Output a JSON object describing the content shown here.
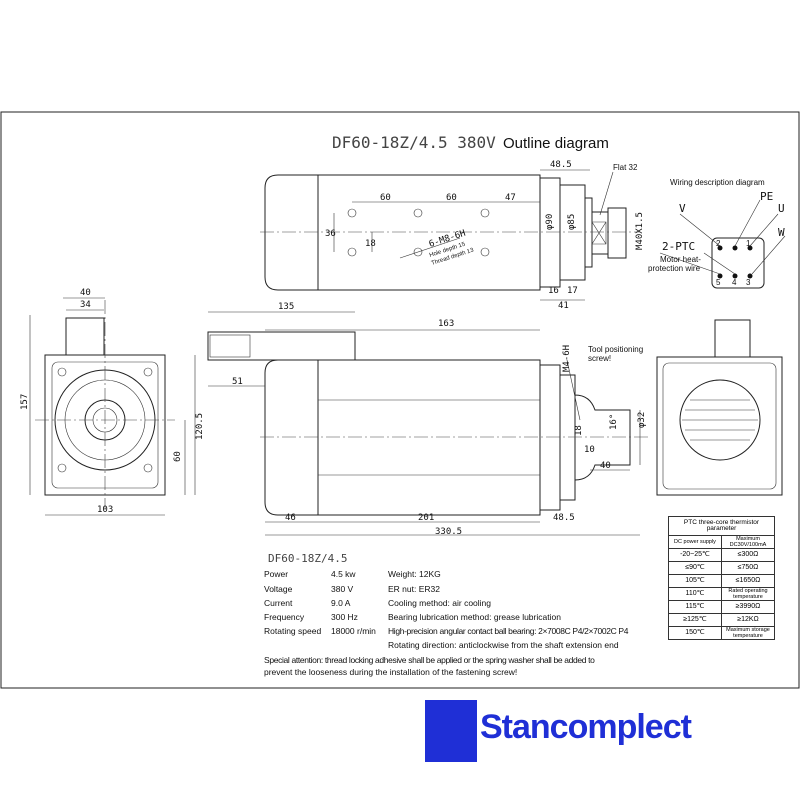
{
  "title": {
    "model": "DF60-18Z/4.5 380V",
    "subtitle": "Outline diagram"
  },
  "top_view": {
    "dims": [
      "48.5",
      "60",
      "60",
      "47",
      "36",
      "18",
      "φ90",
      "φ85",
      "M40X1.5",
      "16",
      "17",
      "41"
    ],
    "flat_label": "Flat 32",
    "hole_label": "6-M8-6H",
    "hole_depth": "Hole depth 15",
    "thread_depth": "Thread depth 13"
  },
  "wiring": {
    "title": "Wiring description diagram",
    "labels": {
      "v": "V",
      "pe": "PE",
      "u": "U",
      "w": "W",
      "ptc": "2-PTC",
      "ptc_desc_1": "Motor heat-",
      "ptc_desc_2": "protection wire"
    },
    "pins": [
      "1",
      "2",
      "3",
      "4",
      "5"
    ]
  },
  "front_view": {
    "dims": [
      "40",
      "34",
      "157",
      "120.5",
      "60",
      "103"
    ]
  },
  "side_view": {
    "dims": [
      "135",
      "163",
      "51",
      "M4-6H",
      "φ32",
      "16°",
      "18",
      "10",
      "40",
      "46",
      "201",
      "48.5",
      "330.5"
    ],
    "screw_label_1": "Tool positioning",
    "screw_label_2": "screw!"
  },
  "specs": {
    "model": "DF60-18Z/4.5",
    "rows": [
      {
        "label": "Power",
        "value": "4.5 kw"
      },
      {
        "label": "Voltage",
        "value": "380 V"
      },
      {
        "label": "Current",
        "value": "9.0 A"
      },
      {
        "label": "Frequency",
        "value": "300 Hz"
      },
      {
        "label": "Rotating speed",
        "value": "18000 r/min"
      }
    ],
    "extra": [
      "Weight: 12KG",
      "ER nut: ER32",
      "Cooling method: air cooling",
      "Bearing lubrication method: grease lubrication",
      "High-precision angular contact ball bearing: 2×7008C P4/2×7002C P4",
      "Rotating direction: anticlockwise from the shaft extension end"
    ],
    "attention_1": "Special attention: thread locking adhesive shall be applied or the spring washer shall be added to",
    "attention_2": "prevent the looseness during the installation of the fastening screw!"
  },
  "thermistor": {
    "title": "PTC three-core thermistor parameter",
    "header": [
      "DC power supply",
      "Maximum DC30V/100mA"
    ],
    "rows": [
      [
        "-20~25℃",
        "≤300Ω"
      ],
      [
        "≤90℃",
        "≤750Ω"
      ],
      [
        "105℃",
        "≤1650Ω"
      ],
      [
        "110℃",
        "Rated operating temperature"
      ],
      [
        "115℃",
        "≥3990Ω"
      ],
      [
        "≥125℃",
        "≥12KΩ"
      ],
      [
        "150℃",
        "Maximum storage temperature"
      ]
    ]
  },
  "watermark": "Stancomplect"
}
